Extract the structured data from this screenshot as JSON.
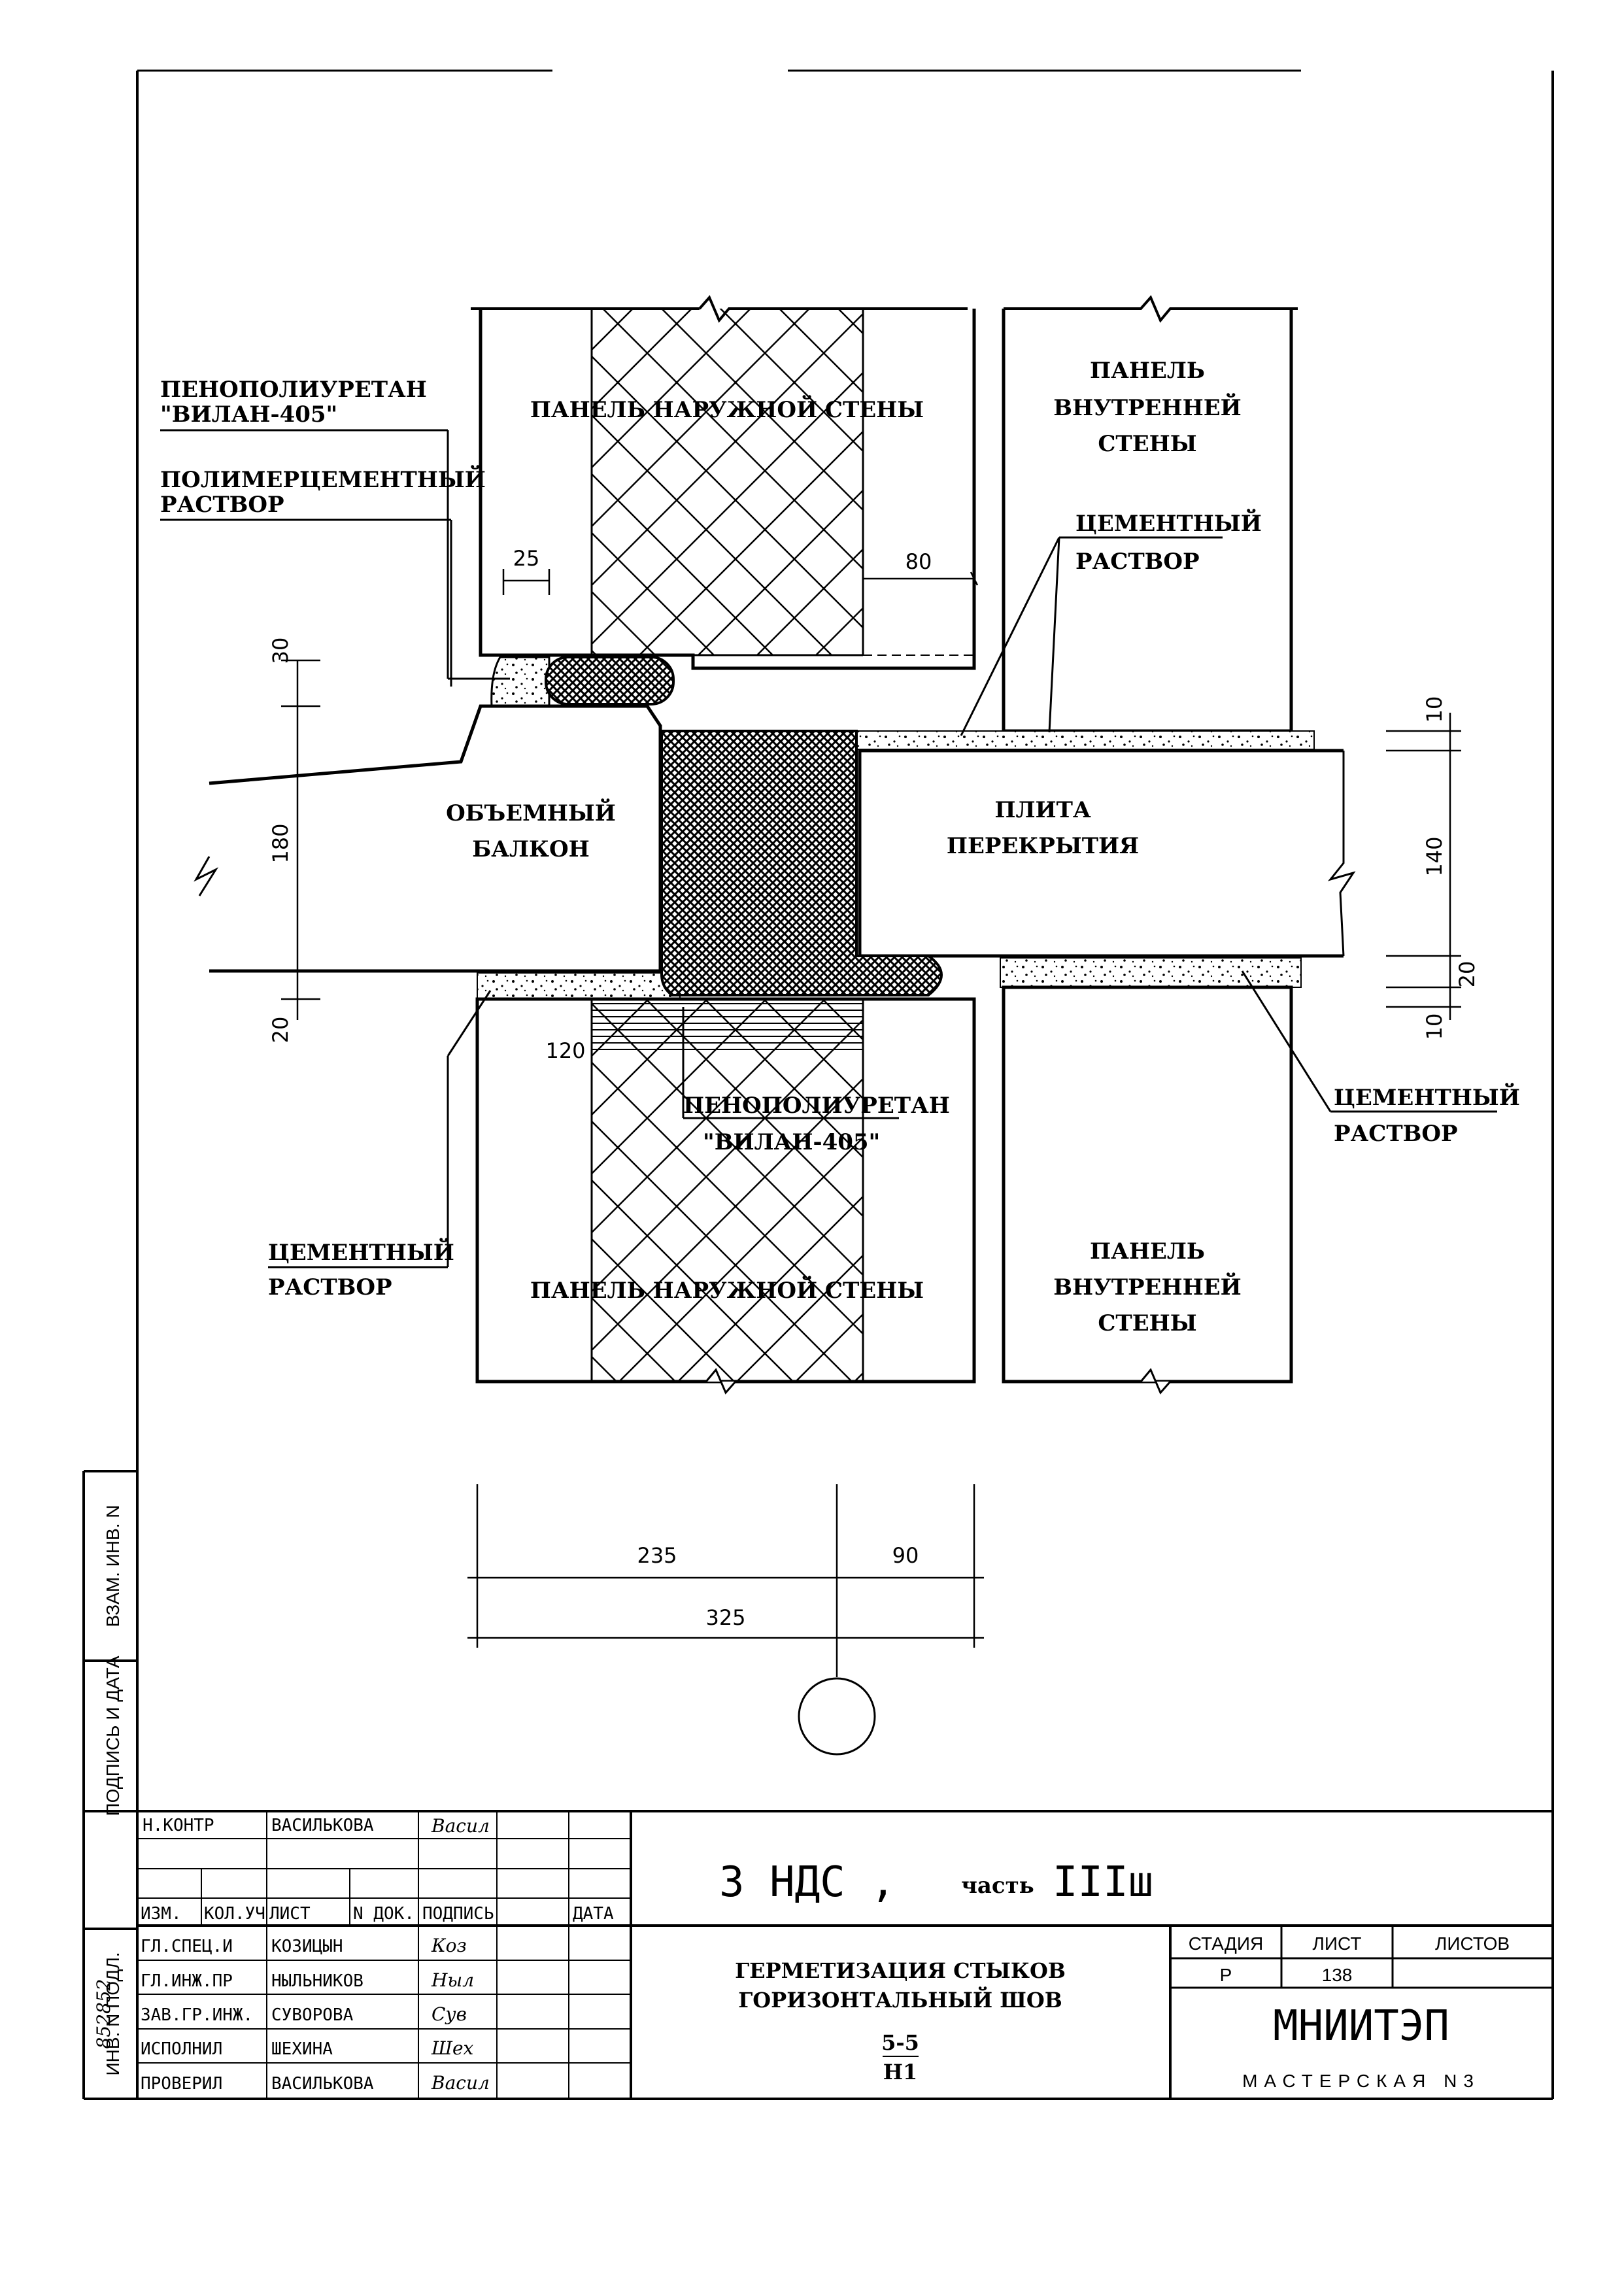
{
  "labels": {
    "foam_top_line1": "ПЕНОПОЛИУРЕТАН",
    "foam_top_line2": "\"ВИЛАН-405\"",
    "polymer_line1": "ПОЛИМЕРЦЕМЕНТНЫЙ",
    "polymer_line2": "РАСТВОР",
    "outer_wall_top": "ПАНЕЛЬ НАРУЖНОЙ СТЕНЫ",
    "inner_wall_top_line1": "ПАНЕЛЬ",
    "inner_wall_top_line2": "ВНУТРЕННЕЙ",
    "inner_wall_top_line3": "СТЕНЫ",
    "cement_top_line1": "ЦЕМЕНТНЫЙ",
    "cement_top_line2": "РАСТВОР",
    "balcony_line1": "ОБЪЕМНЫЙ",
    "balcony_line2": "БАЛКОН",
    "slab_line1": "ПЛИТА",
    "slab_line2": "ПЕРЕКРЫТИЯ",
    "foam_bottom_line1": "ПЕНОПОЛИУРЕТАН",
    "foam_bottom_line2": "\"ВИЛАН-405\"",
    "cement_right_line1": "ЦЕМЕНТНЫЙ",
    "cement_right_line2": "РАСТВОР",
    "cement_left_line1": "ЦЕМЕНТНЫЙ",
    "cement_left_line2": "РАСТВОР",
    "outer_wall_bottom": "ПАНЕЛЬ НАРУЖНОЙ СТЕНЫ",
    "inner_wall_bottom_line1": "ПАНЕЛЬ",
    "inner_wall_bottom_line2": "ВНУТРЕННЕЙ",
    "inner_wall_bottom_line3": "СТЕНЫ"
  },
  "dimensions": {
    "d25": "25",
    "d80": "80",
    "d30": "30",
    "d180": "180",
    "d20_left": "20",
    "d10_top": "10",
    "d140": "140",
    "d20_right": "20",
    "d10_bottom": "10",
    "d120": "120",
    "d235": "235",
    "d90": "90",
    "d325": "325"
  },
  "side_stamp": {
    "inv_zam": "ВЗАМ. ИНВ. N",
    "sign_date": "ПОДПИСЬ И ДАТА",
    "inv_orig": "ИНВ. N ПОДЛ.",
    "inv_number": "852852"
  },
  "title_block": {
    "project": "3 НДС ,",
    "part_word": "часть",
    "part_num": "IIIш",
    "drawing_title_line1": "ГЕРМЕТИЗАЦИЯ СТЫКОВ",
    "drawing_title_line2": "ГОРИЗОНТАЛЬНЫЙ ШОВ",
    "section_num": "5-5",
    "section_sheet": "Н1",
    "stage_label": "СТАДИЯ",
    "sheet_label": "ЛИСТ",
    "sheets_label": "ЛИСТОВ",
    "stage_value": "Р",
    "sheet_value": "138",
    "sheets_value": "",
    "org": "МНИИТЭП",
    "workshop": "МАСТЕРСКАЯ N3",
    "header_cols": [
      "ИЗМ.",
      "КОЛ.УЧ",
      "ЛИСТ",
      "N ДОК.",
      "ПОДПИСЬ",
      "ДАТА"
    ],
    "norm_control_role": "Н.КОНТР",
    "norm_control_name": "ВАСИЛЬКОВА",
    "norm_control_sig": "Васил",
    "rows": [
      {
        "role": "ГЛ.СПЕЦ.И",
        "name": "КОЗИЦЫН",
        "sig": "Коз"
      },
      {
        "role": "ГЛ.ИНЖ.ПР",
        "name": "НЫЛЬНИКОВ",
        "sig": "Ныл"
      },
      {
        "role": "ЗАВ.ГР.ИНЖ.",
        "name": "СУВОРОВА",
        "sig": "Сув"
      },
      {
        "role": "ИСПОЛНИЛ",
        "name": "ШЕХИНА",
        "sig": "Шех"
      },
      {
        "role": "ПРОВЕРИЛ",
        "name": "ВАСИЛЬКОВА",
        "sig": "Васил"
      }
    ]
  }
}
